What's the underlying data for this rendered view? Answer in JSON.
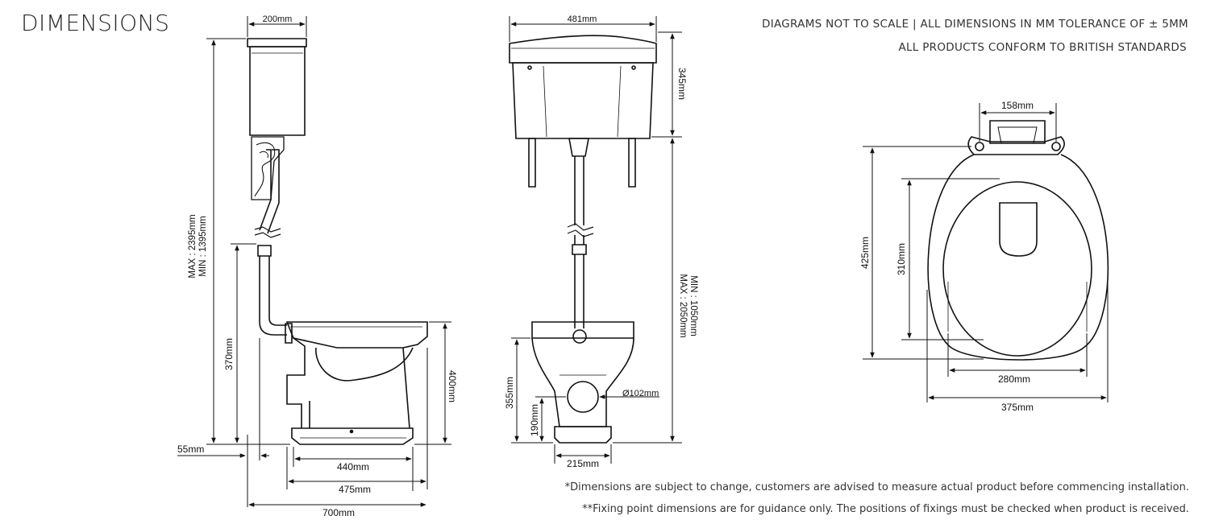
{
  "header": {
    "title": "DIMENSIONS",
    "note_line1": "DIAGRAMS NOT TO SCALE | ALL DIMENSIONS IN MM TOLERANCE OF ± 5MM",
    "note_line2": "ALL PRODUCTS CONFORM TO BRITISH STANDARDS"
  },
  "side_view": {
    "cistern_width": "200mm",
    "height_max": "MAX : 2395mm",
    "height_min": "MIN : 1395mm",
    "pan_height": "370mm",
    "bowl_height": "400mm",
    "wall_offset": "55mm",
    "base_440": "440mm",
    "base_475": "475mm",
    "overall_700": "700mm"
  },
  "front_view": {
    "cistern_width": "481mm",
    "cistern_height": "345mm",
    "height_max": "MAX : 2050mm",
    "height_min": "MIN : 1050mm",
    "pan_height": "355mm",
    "outlet_height": "190mm",
    "outlet_diameter": "Ø102mm",
    "base_width": "215mm"
  },
  "seat_view": {
    "hinge_width": "158mm",
    "seat_length": "425mm",
    "opening_length": "310mm",
    "opening_width": "280mm",
    "seat_width": "375mm"
  },
  "footnotes": {
    "line1": "*Dimensions are subject to change, customers are advised to measure actual product before commencing installation.",
    "line2": "**Fixing point dimensions are for guidance only. The positions of fixings must be checked when product is received."
  }
}
